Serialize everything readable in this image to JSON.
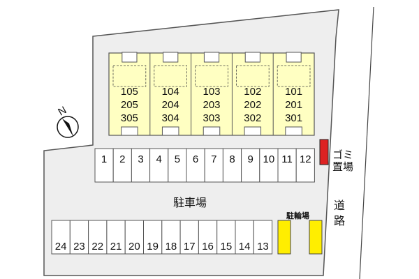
{
  "colors": {
    "lot": "#eeeeee",
    "building": "#ffffc2",
    "stall": "#ffffff",
    "outline": "#555555",
    "bike_rack": "#ffee00",
    "garbage": "#dd2222",
    "road_line": "#444444"
  },
  "compass": {
    "letter": "N",
    "icon": "north-arrow-icon"
  },
  "units": [
    {
      "floors": [
        "105",
        "205",
        "305"
      ]
    },
    {
      "floors": [
        "104",
        "204",
        "304"
      ]
    },
    {
      "floors": [
        "103",
        "203",
        "303"
      ]
    },
    {
      "floors": [
        "102",
        "202",
        "302"
      ]
    },
    {
      "floors": [
        "101",
        "201",
        "301"
      ]
    }
  ],
  "parking": {
    "label": "駐車場",
    "top_row": [
      "1",
      "2",
      "3",
      "4",
      "5",
      "6",
      "7",
      "8",
      "9",
      "10",
      "11",
      "12"
    ],
    "bottom_row": [
      "24",
      "23",
      "22",
      "21",
      "20",
      "19",
      "18",
      "17",
      "16",
      "15",
      "14",
      "13"
    ]
  },
  "bicycle_parking": {
    "label": "駐輪場"
  },
  "garbage": {
    "label": "ゴミ置場"
  },
  "road": {
    "label": "道路"
  }
}
